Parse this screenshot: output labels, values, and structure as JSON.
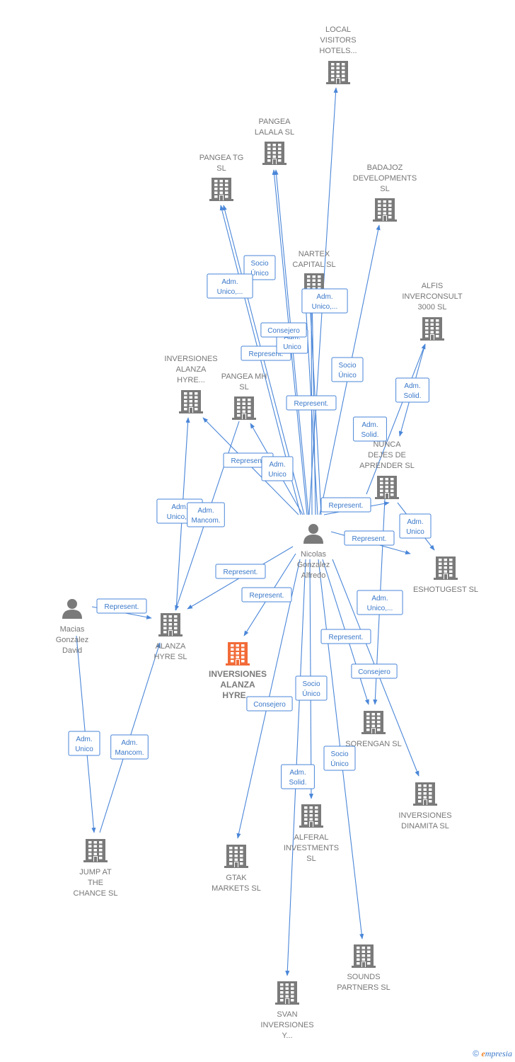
{
  "colors": {
    "edge": "#4a86d8",
    "company": "#7a7a7a",
    "highlight": "#f26b38",
    "person": "#7a7a7a"
  },
  "nodes": [
    {
      "id": "local",
      "type": "company-icon",
      "label": [
        "LOCAL",
        "VISITORS",
        "HOTELS..."
      ]
    },
    {
      "id": "lalala",
      "type": "company-icon",
      "label": [
        "PANGEA",
        "LALALA  SL"
      ]
    },
    {
      "id": "tg",
      "type": "company-icon",
      "label": [
        "PANGEA TG",
        "SL"
      ]
    },
    {
      "id": "badajoz",
      "type": "company-icon",
      "label": [
        "BADAJOZ",
        "DEVELOPMENTS",
        "SL"
      ]
    },
    {
      "id": "nartex",
      "type": "company-icon",
      "label": [
        "NARTEX",
        "CAPITAL  SL"
      ]
    },
    {
      "id": "alfis",
      "type": "company-icon",
      "label": [
        "ALFIS",
        "INVERCONSULT",
        "3000  SL"
      ]
    },
    {
      "id": "inv_hyre",
      "type": "company-icon",
      "label": [
        "INVERSIONES",
        "ALANZA",
        "HYRE..."
      ]
    },
    {
      "id": "mh",
      "type": "company-icon",
      "label": [
        "PANGEA MH",
        "SL"
      ]
    },
    {
      "id": "nunca",
      "type": "company-icon",
      "label": [
        "NUNCA",
        "DEJES DE",
        "APRENDER  SL"
      ]
    },
    {
      "id": "nicolas",
      "type": "person-icon",
      "label": [
        "Nicolas",
        "Gonzalez",
        "Alfredo"
      ]
    },
    {
      "id": "eshotugest",
      "type": "company-icon",
      "label": [
        "ESHOTUGEST SL"
      ]
    },
    {
      "id": "macias",
      "type": "person-icon",
      "label": [
        "Macias",
        "Gonzalez",
        "David"
      ]
    },
    {
      "id": "alanza",
      "type": "company-icon",
      "label": [
        "ALANZA",
        "HYRE  SL"
      ]
    },
    {
      "id": "main",
      "type": "company-icon-highlight",
      "label": [
        "INVERSIONES",
        "ALANZA",
        "HYRE..."
      ]
    },
    {
      "id": "sorengan",
      "type": "company-icon",
      "label": [
        "SORENGAN  SL"
      ]
    },
    {
      "id": "dinamita",
      "type": "company-icon",
      "label": [
        "INVERSIONES",
        "DINAMITA  SL"
      ]
    },
    {
      "id": "jump",
      "type": "company-icon",
      "label": [
        "JUMP AT",
        "THE",
        "CHANCE  SL"
      ]
    },
    {
      "id": "gtak",
      "type": "company-icon",
      "label": [
        "GTAK",
        "MARKETS  SL"
      ]
    },
    {
      "id": "alferal",
      "type": "company-icon",
      "label": [
        "ALFERAL",
        "INVESTMENTS",
        "SL"
      ]
    },
    {
      "id": "sounds",
      "type": "company-icon",
      "label": [
        "SOUNDS",
        "PARTNERS  SL"
      ]
    },
    {
      "id": "svan",
      "type": "company-icon",
      "label": [
        "SVAN",
        "INVERSIONES",
        "Y..."
      ]
    }
  ],
  "edges": [
    {
      "from": "nicolas",
      "to": "local",
      "label": []
    },
    {
      "from": "nicolas",
      "to": "lalala",
      "label": [
        "Socio",
        "Único"
      ]
    },
    {
      "from": "nicolas",
      "to": "lalala",
      "label": [
        "Represent."
      ]
    },
    {
      "from": "nicolas",
      "to": "tg",
      "label": [
        "Adm.",
        "Unico,..."
      ]
    },
    {
      "from": "nicolas",
      "to": "tg",
      "label": []
    },
    {
      "from": "nicolas",
      "to": "badajoz",
      "label": [
        "Socio",
        "Único"
      ]
    },
    {
      "from": "nicolas",
      "to": "nartex",
      "label": [
        "Adm.",
        "Unico,..."
      ]
    },
    {
      "from": "nicolas",
      "to": "nartex",
      "label": [
        "Adm.",
        "Unico"
      ]
    },
    {
      "from": "nicolas",
      "to": "nartex",
      "label": [
        "Consejero"
      ]
    },
    {
      "from": "nicolas",
      "to": "nartex",
      "label": [
        "Represent."
      ]
    },
    {
      "from": "nunca",
      "to": "alfis",
      "label": [
        "Adm.",
        "Solid."
      ]
    },
    {
      "from": "alfis",
      "to": "nunca",
      "label": [
        "Adm.",
        "Solid."
      ]
    },
    {
      "from": "nicolas",
      "to": "inv_hyre",
      "label": [
        "Represent."
      ]
    },
    {
      "from": "nicolas",
      "to": "mh",
      "label": [
        "Adm.",
        "Unico"
      ]
    },
    {
      "from": "nicolas",
      "to": "nunca",
      "label": [
        "Represent."
      ]
    },
    {
      "from": "nicolas",
      "to": "eshotugest",
      "label": [
        "Represent."
      ]
    },
    {
      "from": "nunca",
      "to": "eshotugest",
      "label": [
        "Adm.",
        "Unico"
      ]
    },
    {
      "from": "alanza",
      "to": "inv_hyre",
      "label": [
        "Adm.",
        "Unico,..."
      ]
    },
    {
      "from": "mh",
      "to": "alanza",
      "label": [
        "Adm.",
        "Mancom."
      ]
    },
    {
      "from": "nicolas",
      "to": "alanza",
      "label": [
        "Represent."
      ]
    },
    {
      "from": "macias",
      "to": "alanza",
      "label": [
        "Represent."
      ]
    },
    {
      "from": "nicolas",
      "to": "main",
      "label": [
        "Represent."
      ]
    },
    {
      "from": "nicolas",
      "to": "sorengan",
      "label": [
        "Represent."
      ]
    },
    {
      "from": "nunca",
      "to": "sorengan",
      "label": [
        "Adm.",
        "Unico,..."
      ]
    },
    {
      "from": "nicolas",
      "to": "dinamita",
      "label": [
        "Consejero"
      ]
    },
    {
      "from": "macias",
      "to": "jump",
      "label": [
        "Adm.",
        "Unico"
      ]
    },
    {
      "from": "jump",
      "to": "alanza",
      "label": [
        "Adm.",
        "Mancom."
      ]
    },
    {
      "from": "nicolas",
      "to": "gtak",
      "label": [
        "Consejero"
      ]
    },
    {
      "from": "nicolas",
      "to": "alferal",
      "label": [
        "Socio",
        "Único"
      ]
    },
    {
      "from": "nicolas",
      "to": "sounds",
      "label": [
        "Socio",
        "Único"
      ]
    },
    {
      "from": "nicolas",
      "to": "svan",
      "label": [
        "Adm.",
        "Solid."
      ]
    }
  ],
  "footer": {
    "copyright": "©",
    "brand_initial": "e",
    "brand_rest": "mpresia"
  }
}
